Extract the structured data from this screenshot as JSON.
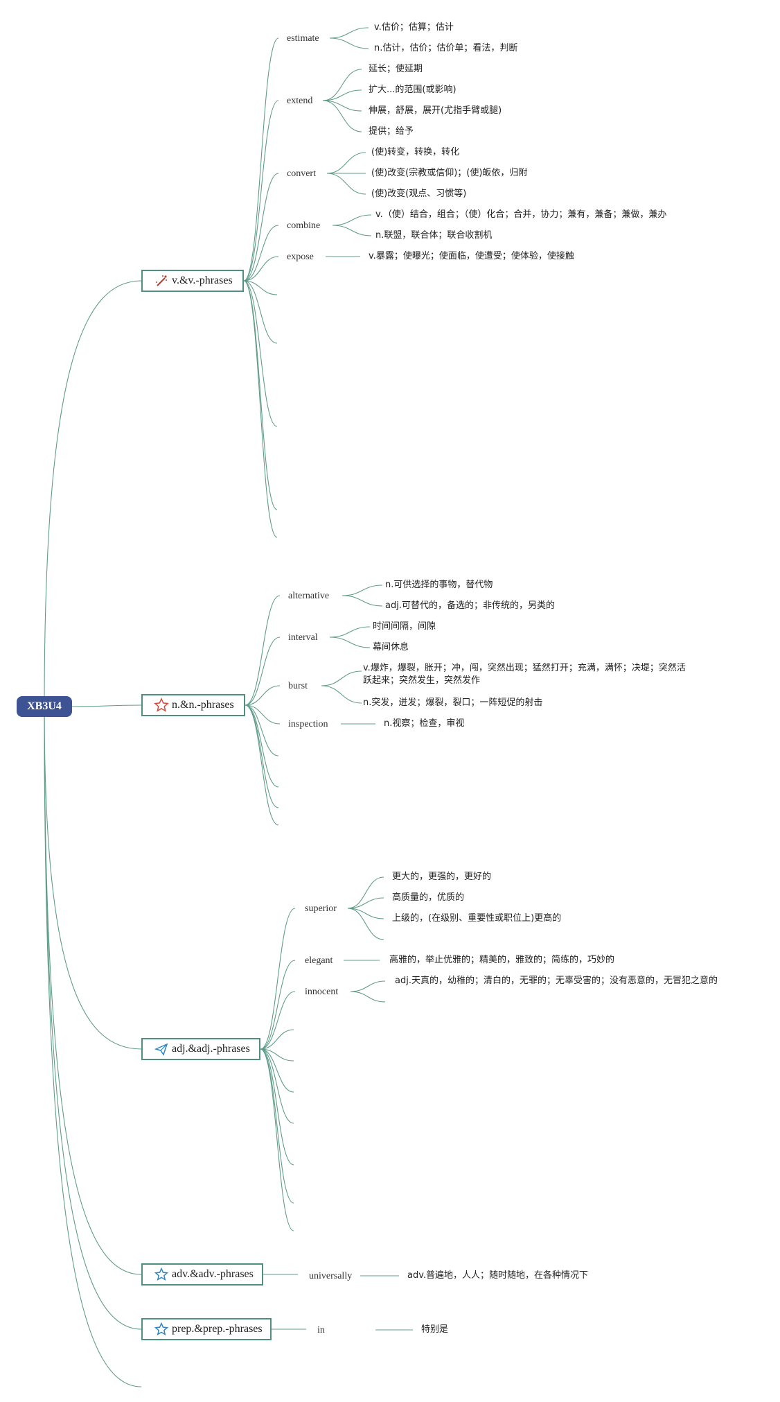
{
  "root": {
    "label": "XB3U4"
  },
  "categories": {
    "verb": {
      "label": "v.&v.-phrases",
      "icon": "magic-wand-icon"
    },
    "noun": {
      "label": "n.&n.-phrases",
      "icon": "star-outline-icon"
    },
    "adj": {
      "label": "adj.&adj.-phrases",
      "icon": "paper-plane-icon"
    },
    "adv": {
      "label": "adv.&adv.-phrases",
      "icon": "star-outline-icon"
    },
    "prep": {
      "label": "prep.&prep.-phrases",
      "icon": "star-outline-icon"
    }
  },
  "verb_words": [
    {
      "word": "estimate",
      "defs": [
        "v.估价；估算；估计",
        "n.估计，估价；估价单；看法，判断"
      ]
    },
    {
      "word": "extend",
      "defs": [
        "延长；使延期",
        "扩大...的范围(或影响)",
        "伸展，舒展，展开(尤指手臂或腿)",
        "提供；给予"
      ]
    },
    {
      "word": "convert",
      "defs": [
        "(使)转变，转换，转化",
        "(使)改变(宗教或信仰)；(使)皈依，归附",
        "(使)改变(观点、习惯等)"
      ]
    },
    {
      "word": "combine",
      "defs": [
        "v.（使）结合，组合；（使）化合；合并，协力；兼有，兼备；兼做，兼办",
        "n.联盟，联合体；联合收割机"
      ]
    },
    {
      "word": "expose",
      "defs": [
        "v.暴露；使曝光；使面临，使遭受；使体验，使接触"
      ]
    }
  ],
  "noun_words": [
    {
      "word": "alternative",
      "defs": [
        "n.可供选择的事物，替代物",
        "adj.可替代的，备选的；非传统的，另类的"
      ]
    },
    {
      "word": "interval",
      "defs": [
        "时间间隔，间隙",
        "幕间休息"
      ]
    },
    {
      "word": "burst",
      "defs": [
        "v.爆炸，爆裂，胀开；冲，闯，突然出现；猛然打开；充满，满怀；决堤；突然活",
        "跃起来；突然发生，突然发作",
        "n.突发，迸发；爆裂，裂口；一阵短促的射击"
      ]
    },
    {
      "word": "inspection",
      "defs": [
        "n.视察；检查，审视"
      ]
    }
  ],
  "adj_words": [
    {
      "word": "superior",
      "defs": [
        "更大的，更强的，更好的",
        "高质量的，优质的",
        "上级的，(在级别、重要性或职位上)更高的"
      ]
    },
    {
      "word": "elegant",
      "defs": [
        "高雅的，举止优雅的；精美的，雅致的；简练的，巧妙的"
      ]
    },
    {
      "word": "innocent",
      "defs": [
        "adj.天真的，幼稚的；清白的，无罪的；无辜受害的；没有恶意的，无冒犯之意的"
      ]
    }
  ],
  "adv_words": [
    {
      "word": "universally",
      "defs": [
        "adv.普遍地，人人；随时随地，在各种情况下"
      ]
    }
  ],
  "prep_words": [
    {
      "word": "in",
      "defs": [
        "特别是"
      ]
    }
  ],
  "colors": {
    "root_bg": "#3e5394",
    "line": "#5f9c8a",
    "border": "#4f8f7f",
    "wand": "#c0392b",
    "star_red": "#d9463a",
    "star_blue": "#2f86c2"
  }
}
